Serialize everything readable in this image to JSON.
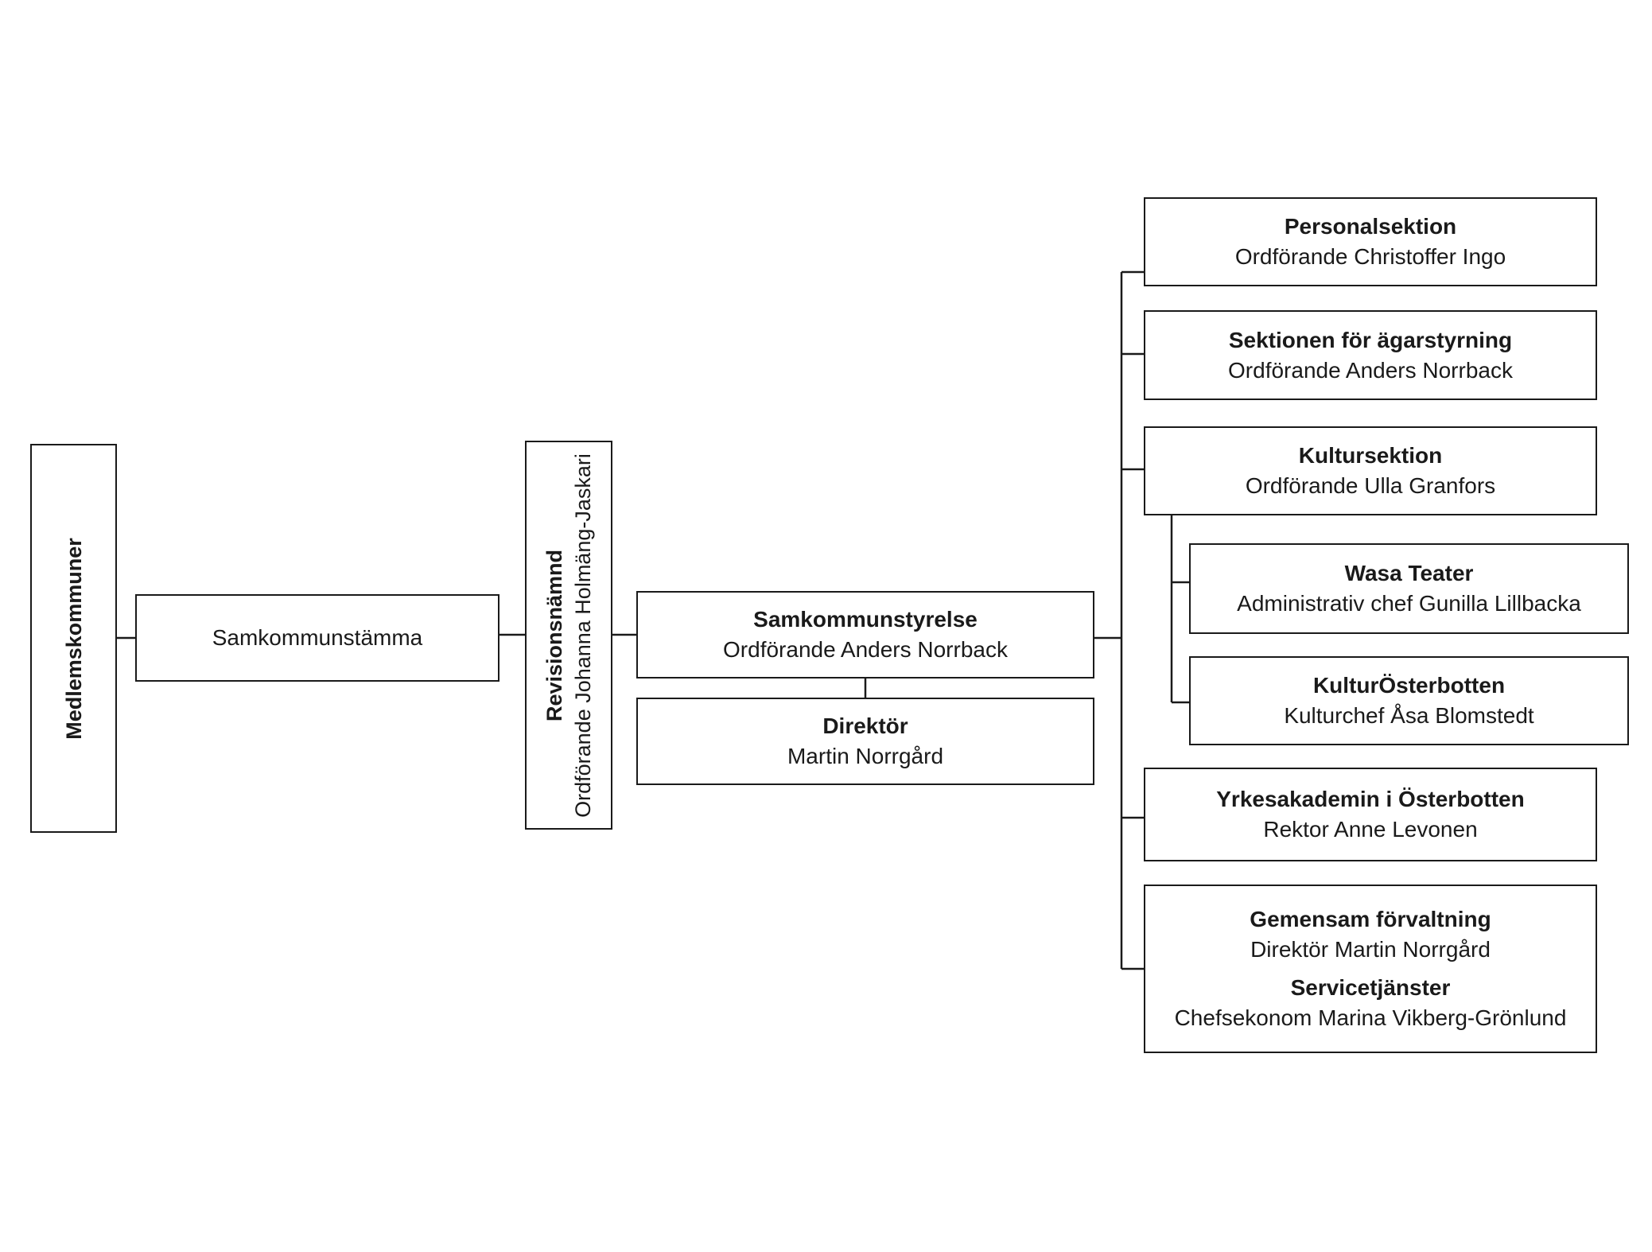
{
  "medlemskommuner": {
    "title": "Medlemskommuner"
  },
  "samkommunstamma": {
    "label": "Samkommunstämma"
  },
  "revisionsnamnd": {
    "title": "Revisionsnämnd",
    "subtitle": "Ordförande Johanna Holmäng-Jaskari"
  },
  "samkommunstyrelse": {
    "title": "Samkommunstyrelse",
    "subtitle": "Ordförande Anders Norrback"
  },
  "direktor": {
    "title": "Direktör",
    "subtitle": "Martin Norrgård"
  },
  "personalsektion": {
    "title": "Personalsektion",
    "subtitle": "Ordförande Christoffer Ingo"
  },
  "agarstyrning": {
    "title": "Sektionen för ägarstyrning",
    "subtitle": "Ordförande Anders Norrback"
  },
  "kultursektion": {
    "title": "Kultursektion",
    "subtitle": "Ordförande Ulla Granfors"
  },
  "wasa_teater": {
    "title": "Wasa Teater",
    "subtitle": "Administrativ chef Gunilla Lillbacka"
  },
  "kulturosterbotten": {
    "title": "KulturÖsterbotten",
    "subtitle": "Kulturchef Åsa Blomstedt"
  },
  "yrkesakademin": {
    "title": "Yrkesakademin i Österbotten",
    "subtitle": "Rektor Anne Levonen"
  },
  "gemensam": {
    "title": "Gemensam förvaltning",
    "subtitle": "Direktör Martin Norrgård",
    "title2": "Servicetjänster",
    "subtitle2": "Chefsekonom Marina Vikberg-Grönlund"
  }
}
